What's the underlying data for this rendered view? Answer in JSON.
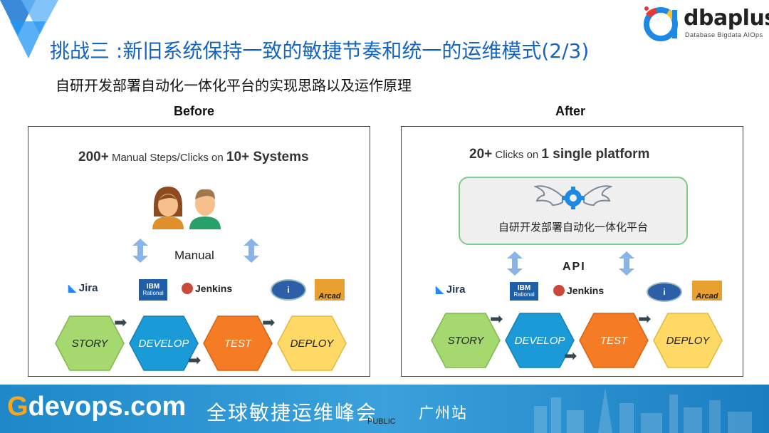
{
  "header": {
    "title": "挑战三 :新旧系统保持一致的敏捷节奏和统一的运维模式(2/3)",
    "subtitle": "自研开发部署自动化一体化平台的实现思路以及运作原理"
  },
  "logo": {
    "word": "dbaplus",
    "tagline": "Database  Bigdata  AIOps"
  },
  "before": {
    "heading": "Before",
    "headline_num1": "200+",
    "headline_mid": " Manual Steps/Clicks on ",
    "headline_num2": "10+ Systems",
    "manual_label": "Manual"
  },
  "after": {
    "heading": "After",
    "headline_num1": "20+",
    "headline_mid": " Clicks on ",
    "headline_num2": "1 single platform",
    "platform_label": "自研开发部署自动化一体化平台",
    "api_label": "API"
  },
  "tools": {
    "jira": "Jira",
    "ibm": "IBM",
    "rational": "Rational",
    "jenkins": "Jenkins",
    "arcad": "Arcad"
  },
  "stages": [
    "STORY",
    "DEVELOP",
    "TEST",
    "DEPLOY"
  ],
  "colors": {
    "story": "#a5d86e",
    "develop": "#1a9ad6",
    "test": "#f57c24",
    "deploy": "#ffd966",
    "title_blue": "#1565c0"
  },
  "footer": {
    "brand_g": "G",
    "brand_rest": "devops.com",
    "slogan": "全球敏捷运维峰会",
    "city": "广州站",
    "public": "PUBLIC"
  }
}
